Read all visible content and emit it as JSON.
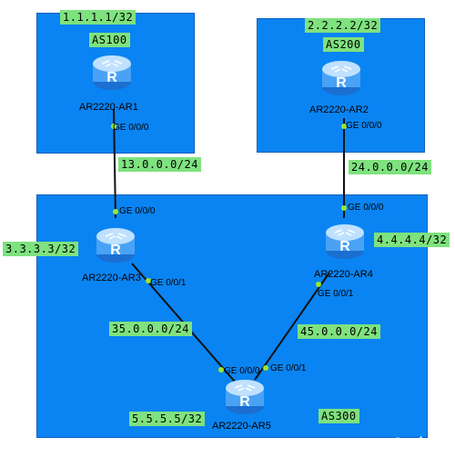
{
  "as100": {
    "label": "AS100"
  },
  "as200": {
    "label": "AS200"
  },
  "as300": {
    "label": "AS300"
  },
  "routers": {
    "ar1": {
      "name": "AR2220-AR1",
      "loopback": "1.1.1.1/32"
    },
    "ar2": {
      "name": "AR2220-AR2",
      "loopback": "2.2.2.2/32"
    },
    "ar3": {
      "name": "AR2220-AR3",
      "loopback": "3.3.3.3/32"
    },
    "ar4": {
      "name": "AR2220-AR4",
      "loopback": "4.4.4.4/32"
    },
    "ar5": {
      "name": "AR2220-AR5",
      "loopback": "5.5.5.5/32"
    }
  },
  "links": {
    "ar1_ar3": {
      "subnet": "13.0.0.0/24",
      "port_a": "GE 0/0/0",
      "port_b": "GE 0/0/0"
    },
    "ar2_ar4": {
      "subnet": "24.0.0.0/24",
      "port_a": "GE 0/0/0",
      "port_b": "GE 0/0/0"
    },
    "ar3_ar5": {
      "subnet": "35.0.0.0/24",
      "port_a": "GE 0/0/1",
      "port_b": "GE 0/0/0"
    },
    "ar4_ar5": {
      "subnet": "45.0.0.0/24",
      "port_a": "GE 0/0/1",
      "port_b": "GE 0/0/1"
    }
  },
  "watermark": "CSDN @一个F啊",
  "colors": {
    "as_area": "#0a84f2",
    "label_bg": "#7ee27e",
    "link": "#111111",
    "port_dot": "#9be82a"
  }
}
